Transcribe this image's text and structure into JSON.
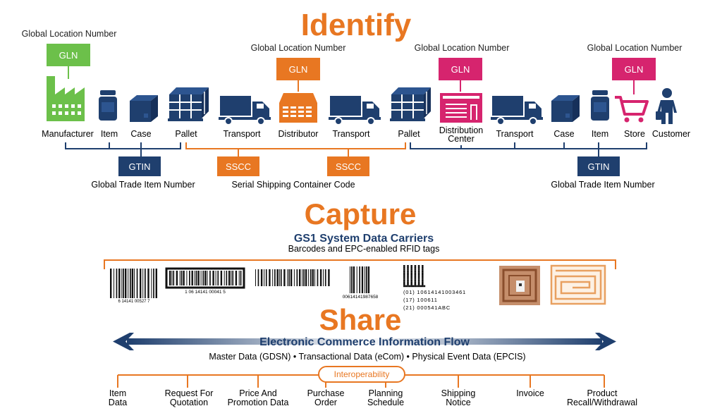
{
  "colors": {
    "orange": "#e87722",
    "navy": "#1f3f6e",
    "green": "#6cc04a",
    "magenta": "#d6246e",
    "text": "#222222"
  },
  "identify": {
    "title": "Identify",
    "gln_full": "Global Location Number",
    "gln_abbr": "GLN",
    "gtin_abbr": "GTIN",
    "gtin_full": "Global Trade Item Number",
    "sscc_abbr": "SSCC",
    "sscc_full": "Serial Shipping Container Code",
    "nodes": {
      "manufacturer": "Manufacturer",
      "item1": "Item",
      "case1": "Case",
      "pallet1": "Pallet",
      "transport1": "Transport",
      "distributor": "Distributor",
      "transport2": "Transport",
      "pallet2": "Pallet",
      "dc_line1": "Distribution",
      "dc_line2": "Center",
      "transport3": "Transport",
      "case2": "Case",
      "item2": "Item",
      "store": "Store",
      "customer": "Customer"
    }
  },
  "capture": {
    "title": "Capture",
    "subtitle": "GS1 System Data Carriers",
    "caption": "Barcodes and EPC-enabled RFID tags",
    "barcode1_digits": "6 14141 00527 7",
    "barcode2_digits": "1 06 14141 00041 5",
    "barcode4_digits": "00614141987658",
    "ai_line1": "(01) 10614141003461",
    "ai_line2": "(17) 100611",
    "ai_line3": "(21) 000541ABC"
  },
  "share": {
    "title": "Share",
    "flow_title": "Electronic Commerce Information Flow",
    "data_types": "Master Data (GDSN) • Transactional Data (eCom) • Physical Event Data (EPCIS)",
    "interop": "Interoperability",
    "docs": [
      [
        "Item",
        "Data"
      ],
      [
        "Request For",
        "Quotation"
      ],
      [
        "Price And",
        "Promotion Data"
      ],
      [
        "Purchase",
        "Order"
      ],
      [
        "Planning",
        "Schedule"
      ],
      [
        "Shipping",
        "Notice"
      ],
      [
        "Invoice"
      ],
      [
        "Product",
        "Recall/Withdrawal"
      ]
    ]
  }
}
